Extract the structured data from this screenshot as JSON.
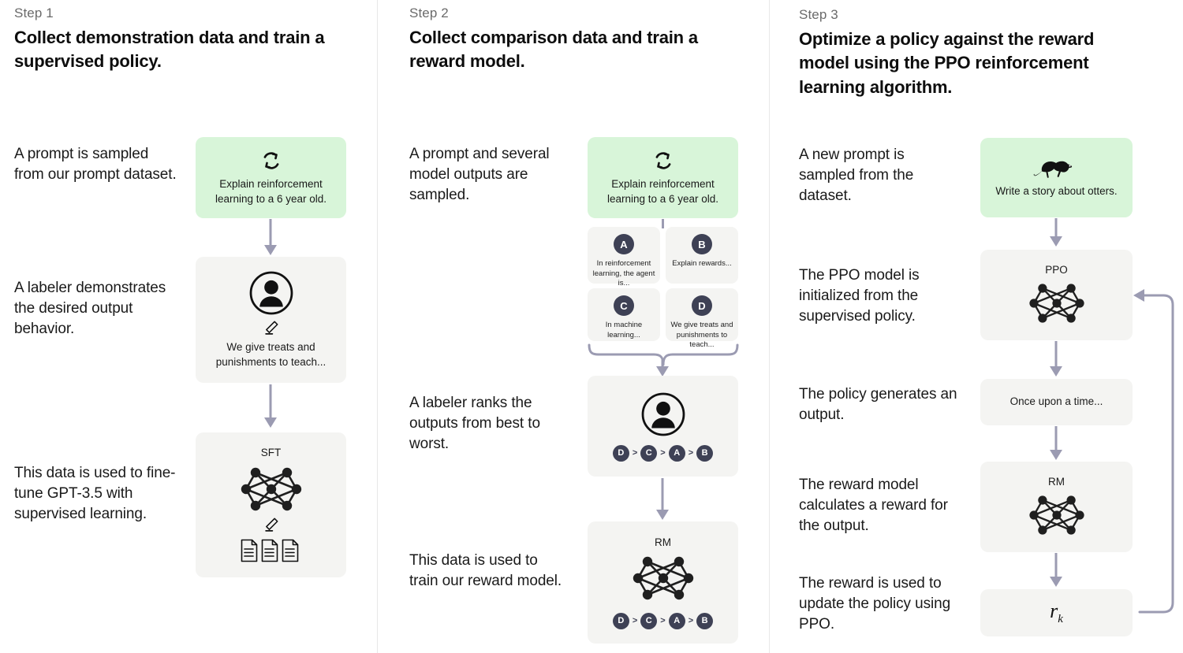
{
  "theme": {
    "background": "#ffffff",
    "divider": "#e8e8e8",
    "box_gray": "#f4f4f2",
    "box_green": "#d8f5d9",
    "arrow": "#9b9bb2",
    "badge": "#3e4155",
    "text": "#1a1a1a",
    "step_label": "#6b6b6b"
  },
  "steps": [
    {
      "label": "Step 1",
      "title": "Collect demonstration data and train a supervised policy.",
      "captions": [
        "A prompt is sampled from our prompt dataset.",
        "A labeler demonstrates the desired output behavior.",
        "This data is used to fine-tune GPT-3.5 with supervised learning."
      ],
      "boxes": {
        "prompt": {
          "icon": "refresh-cycle-icon",
          "text": "Explain reinforcement learning to a 6 year old."
        },
        "labeler": {
          "icon": "person-circle-icon",
          "sub_icon": "pencil-icon",
          "text": "We give treats and punishments to teach..."
        },
        "sft": {
          "title": "SFT",
          "icon": "neural-network-icon",
          "sub_icon": "pencil-icon",
          "docs_icon": "documents-icon"
        }
      }
    },
    {
      "label": "Step 2",
      "title": "Collect comparison data and train a reward model.",
      "captions": [
        "A prompt and several model outputs are sampled.",
        "A labeler ranks the outputs from best to worst.",
        "This data is used to train our reward model."
      ],
      "boxes": {
        "prompt": {
          "icon": "refresh-cycle-icon",
          "text": "Explain reinforcement learning to a 6 year old."
        },
        "options": [
          {
            "badge": "A",
            "text": "In reinforcement learning, the agent is..."
          },
          {
            "badge": "B",
            "text": "Explain rewards..."
          },
          {
            "badge": "C",
            "text": "In machine learning..."
          },
          {
            "badge": "D",
            "text": "We give treats and punishments to teach..."
          }
        ],
        "ranker": {
          "icon": "person-circle-icon",
          "ranking": [
            "D",
            "C",
            "A",
            "B"
          ],
          "separator": ">"
        },
        "rm": {
          "title": "RM",
          "icon": "neural-network-icon",
          "ranking": [
            "D",
            "C",
            "A",
            "B"
          ],
          "separator": ">"
        }
      }
    },
    {
      "label": "Step 3",
      "title": "Optimize a policy against the reward model using the PPO reinforcement learning algorithm.",
      "captions": [
        "A new prompt is sampled from the dataset.",
        "The PPO model is initialized from the supervised policy.",
        "The policy generates an output.",
        "The reward model calculates a reward for the output.",
        "The reward is used to update the policy using PPO."
      ],
      "boxes": {
        "prompt": {
          "icon": "otter-icon",
          "text": "Write a story about otters."
        },
        "ppo": {
          "title": "PPO",
          "icon": "neural-network-icon"
        },
        "output": {
          "text": "Once upon a time..."
        },
        "rm": {
          "title": "RM",
          "icon": "neural-network-icon"
        },
        "reward": {
          "symbol": "r",
          "subscript": "k"
        }
      }
    }
  ]
}
